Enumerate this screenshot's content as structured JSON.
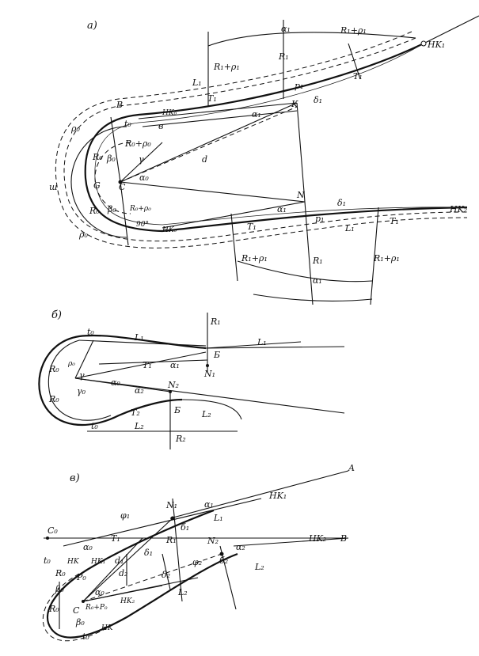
{
  "panels": {
    "a": {
      "header": "а)",
      "labels": {
        "alpha1_top": "α₁",
        "r1p1_top_right": "R₁+ρ₁",
        "nk1": "HK₁",
        "r1p1_top_left": "R₁+ρ₁",
        "r1_top": "R₁",
        "t1_top": "T₁",
        "l1_top": "L₁",
        "p1_top": "p₁",
        "k": "K",
        "delta1_top": "δ₁",
        "t1_mid": "T₁",
        "b_top": "B",
        "t0": "t₀",
        "nk0_top": "HK₀",
        "alpha1_mid": "α₁",
        "r0p0_top": "R₀+ρ₀",
        "rho0_1": "ρ₀",
        "r0_1": "R₀",
        "beta0_1": "β₀",
        "gamma": "γ",
        "gamma0": "G",
        "c": "C",
        "alpha0": "α₀",
        "d": "d",
        "r0_2": "R₀",
        "beta0_2": "β₀",
        "r0p0_bot": "R₀+ρ₀",
        "deg90": "90°",
        "rho0_2": "ρ₀",
        "w": "ш",
        "n": "N",
        "alpha1_bot_inner": "α₁",
        "delta1_bot": "δ₁",
        "nk2": "HK₂",
        "nk0_bot": "HK₀",
        "t1_bot": "T₁",
        "p1_bot": "p₁",
        "l1_bot": "L₁",
        "t1_bot2": "T₁",
        "r1p1_bot_left": "R₁+ρ₁",
        "r1_bot": "R₁",
        "r1p1_bot_right": "R₁+ρ₁",
        "alpha1_bot": "α₁"
      }
    },
    "b": {
      "header": "б)",
      "labels": {
        "t0_top": "t₀",
        "l1_a": "L₁",
        "r1": "R₁",
        "l1_b": "L₁",
        "b_top": "Б",
        "r0_a": "R₀",
        "rho0": "ρ₀",
        "t1": "T₁",
        "alpha1": "α₁",
        "n1": "N₁",
        "gamma": "γ",
        "alpha0": "α₀",
        "alpha2": "α₂",
        "n2": "N₂",
        "r0_b": "R₀",
        "gamma0": "γ₀",
        "t2": "T₂",
        "b_bot": "Б",
        "l2_a": "L₂",
        "t0_bot": "t₀",
        "l2_b": "L₂",
        "r2": "R₂"
      }
    },
    "c": {
      "header": "в)",
      "labels": {
        "nk1": "HK₁",
        "a": "A",
        "phi1": "φ₁",
        "n1": "N₁",
        "alpha1": "α₁",
        "l1": "L₁",
        "b1": "б₁",
        "c0": "C₀",
        "alpha0": "α₀",
        "t1": "T₁",
        "r1": "R₁",
        "n2": "N₂",
        "alpha2": "α₂",
        "nk2": "HK₂",
        "b": "B",
        "t0": "t₀",
        "hk": "HK",
        "hk1": "HK₁",
        "d1": "d₁",
        "delta1": "δ₁",
        "phi2": "φ₂",
        "b2": "б₂",
        "l2_a": "L₂",
        "r0": "R₀",
        "p0": "P₀",
        "d2": "d₂",
        "delta2": "δ₂",
        "beta0": "β₀",
        "alpha0_b": "α₀",
        "hk2": "HK₂",
        "l2_b": "L₂",
        "r0_b": "R₀",
        "c": "C",
        "r0p0": "R₀+P₀",
        "beta0_b": "β₀",
        "t0_b": "t₀",
        "hk_b": "HK"
      }
    }
  }
}
